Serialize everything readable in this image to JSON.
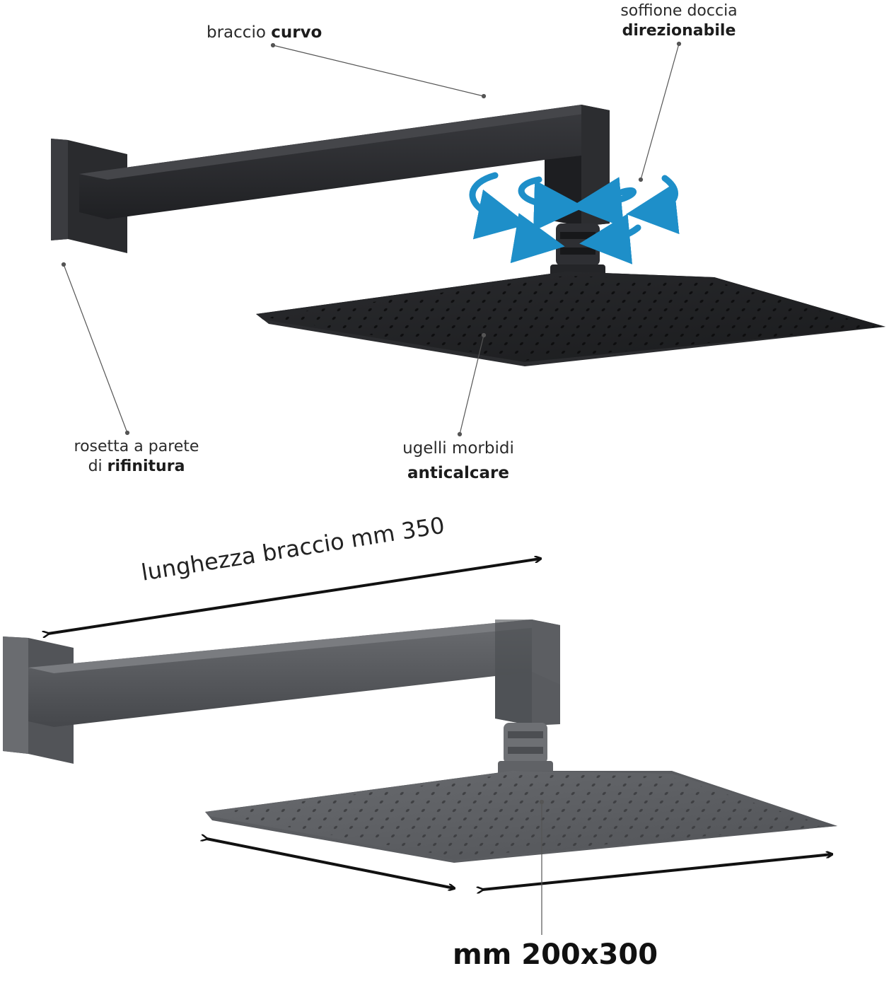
{
  "labels": {
    "arm": {
      "normal": "braccio ",
      "bold": "curvo"
    },
    "head": {
      "line1": "soffione doccia",
      "bold": "direzionabile"
    },
    "rosette": {
      "line1": "rosetta a parete",
      "normal": "di ",
      "bold": "rifinitura"
    },
    "nozzles": {
      "line1": "ugelli morbidi",
      "bold": "anticalcare"
    },
    "arm_length": "lunghezza braccio mm 350",
    "head_size": "mm 200x300"
  },
  "colors": {
    "product_dark": "#222326",
    "product_grey": "#5a5c60",
    "rotation_arrows": "#1e8fc9",
    "dimension_arrows": "#111111",
    "leader_lines": "#555555"
  },
  "icons": {
    "rotation": "rotation-arrows-icon"
  }
}
